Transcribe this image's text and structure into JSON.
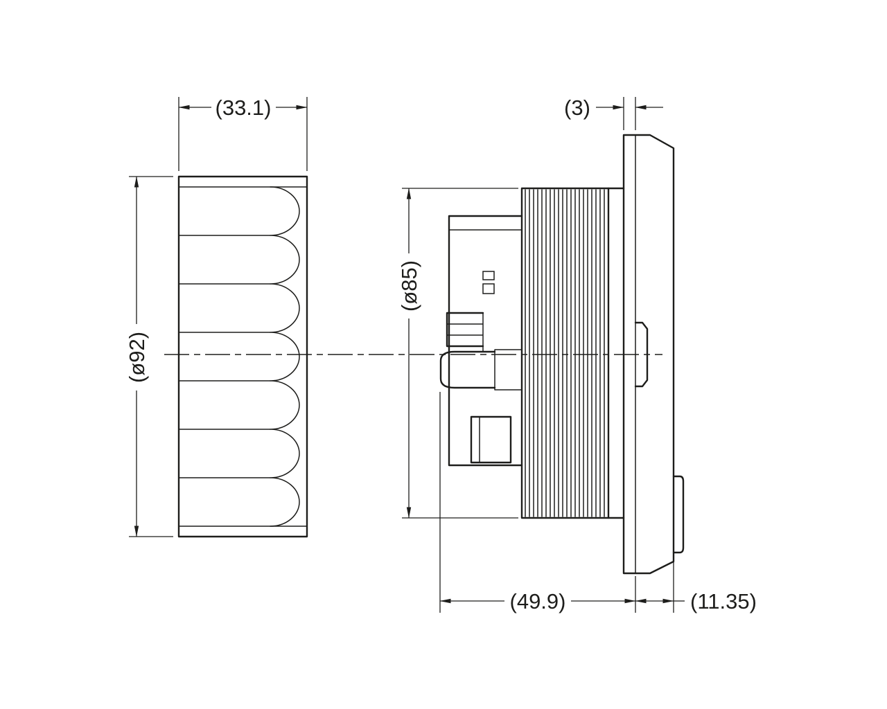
{
  "drawing": {
    "dimensions": {
      "nut_width": "(33.1)",
      "nut_outer_diameter": "(ø92)",
      "panel_thickness": "(3)",
      "thread_diameter": "(ø85)",
      "rear_depth": "(49.9)",
      "front_depth": "(11.35)"
    },
    "colors": {
      "line": "#1d1d1b",
      "background": "#ffffff"
    }
  }
}
